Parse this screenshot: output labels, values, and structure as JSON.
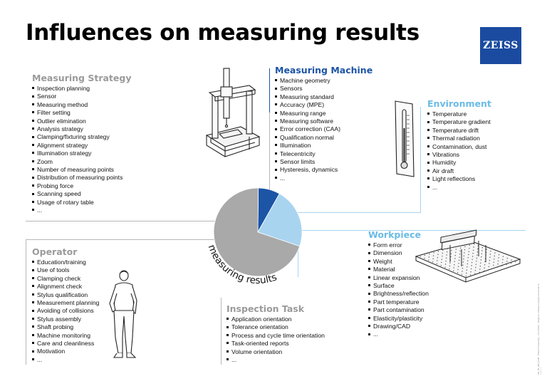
{
  "title": "Influences on measuring results",
  "logo_text": "ZEISS",
  "center_label": "measuring results",
  "fine_print": "EN_60_020_0198 · Printed in Germany · CZ-V/2014 · Subject to change in design and scope of delivery",
  "colors": {
    "grey": "#9a9a9a",
    "machine": "#1c54a6",
    "light_blue": "#a9d4f0",
    "pie_grey": "#a9a9a9"
  },
  "icons": {
    "cmm": "coordinate-measuring-machine-illustration",
    "thermometer": "thermometer-illustration",
    "person": "operator-illustration",
    "workpiece": "workpiece-fixture-plate-illustration"
  },
  "chart_data": {
    "type": "pie",
    "slices": [
      {
        "category": "Measuring Machine",
        "value": 8,
        "color": "#1c54a6"
      },
      {
        "category": "Environment and Workpiece",
        "value": 22,
        "color": "#a9d4f0"
      },
      {
        "category": "Measuring Strategy, Operator and Inspection Task",
        "value": 70,
        "color": "#a9a9a9"
      }
    ]
  },
  "strategy": {
    "title": "Measuring Strategy",
    "items": [
      "Inspection planning",
      "Sensor",
      "Measuring method",
      "Filter setting",
      "Outlier elimination",
      "Analysis strategy",
      "Clamping/fixturing strategy",
      "Alignment strategy",
      "Illumination strategy",
      "Zoom",
      "Number of measuring points",
      "Distribution of measuring points",
      "Probing force",
      "Scanning speed",
      "Usage of rotary table",
      "..."
    ]
  },
  "machine": {
    "title": "Measuring Machine",
    "items": [
      "Machine geometry",
      "Sensors",
      "Measuring standard",
      "Accuracy (MPE)",
      "Measuring range",
      "Measuring software",
      "Error correction (CAA)",
      "Qualification normal",
      "Illumination",
      "Telecentricity",
      "Sensor limits",
      "Hysteresis, dynamics",
      "..."
    ]
  },
  "environment": {
    "title": "Environment",
    "items": [
      "Temperature",
      "Temperature gradient",
      "Temperature drift",
      "Thermal radiation",
      "Contamination, dust",
      "Vibrations",
      "Humidity",
      "Air draft",
      "Light reflections",
      "..."
    ]
  },
  "operator": {
    "title": "Operator",
    "items": [
      "Education/training",
      "Use of tools",
      "Clamping check",
      "Alignment check",
      "Stylus qualification",
      "Measurement planning",
      "Avoiding of collisions",
      "Stylus assembly",
      "Shaft probing",
      "Machine monitoring",
      "Care and cleanliness",
      "Motivation",
      "..."
    ]
  },
  "task": {
    "title": "Inspection Task",
    "items": [
      "Application orientation",
      "Tolerance orientation",
      "Process and cycle time orientation",
      "Task-oriented reports",
      "Volume orientation",
      "..."
    ]
  },
  "workpiece": {
    "title": "Workpiece",
    "items": [
      "Form error",
      "Dimension",
      "Weight",
      "Material",
      "Linear expansion",
      "Surface",
      "Brightness/reflection",
      "Part temperature",
      "Part contamination",
      "Elasticity/plasticity",
      "Drawing/CAD",
      "..."
    ]
  }
}
